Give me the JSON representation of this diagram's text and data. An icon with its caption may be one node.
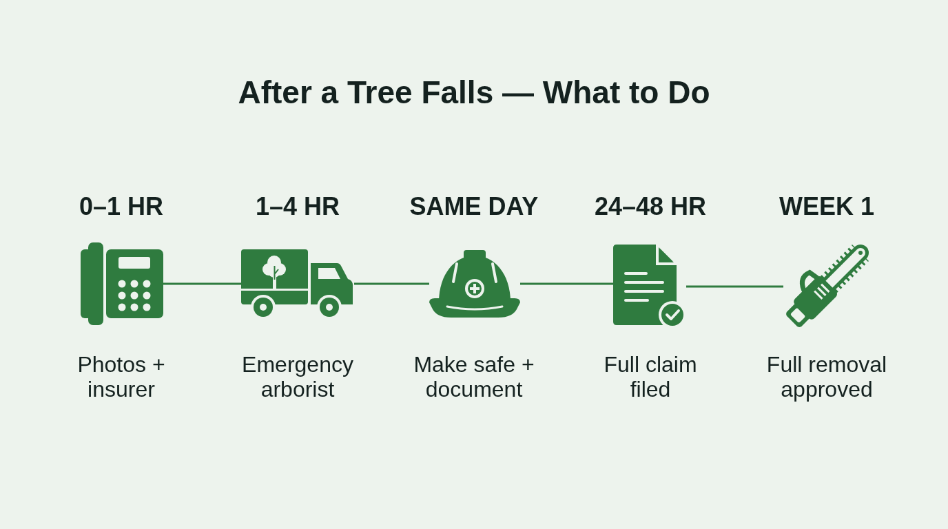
{
  "diagram": {
    "title": "After a Tree Falls — What to Do",
    "nodes": [
      {
        "text": [],
        "shape": "picture",
        "beside": [
          "0–1 HR",
          "Photos + insurer"
        ]
      },
      {
        "text": [],
        "shape": "picture",
        "beside": [
          "1–4 HR",
          "Emergency arborist"
        ]
      },
      {
        "text": [],
        "shape": "picture",
        "beside": [
          "SAME DAY",
          "Make safe + document"
        ]
      },
      {
        "text": [],
        "shape": "picture",
        "beside": [
          "24–48 HR",
          "Full claim filed"
        ]
      },
      {
        "text": [],
        "shape": "picture",
        "beside": [
          "WEEK 1",
          "Full removal approved"
        ]
      }
    ],
    "edges": [
      {
        "from": 0,
        "to": 1,
        "arrow": "none"
      },
      {
        "from": 1,
        "to": 2,
        "arrow": "none"
      },
      {
        "from": 2,
        "to": 3,
        "arrow": "none"
      },
      {
        "from": 3,
        "to": 4,
        "arrow": "none"
      }
    ]
  }
}
